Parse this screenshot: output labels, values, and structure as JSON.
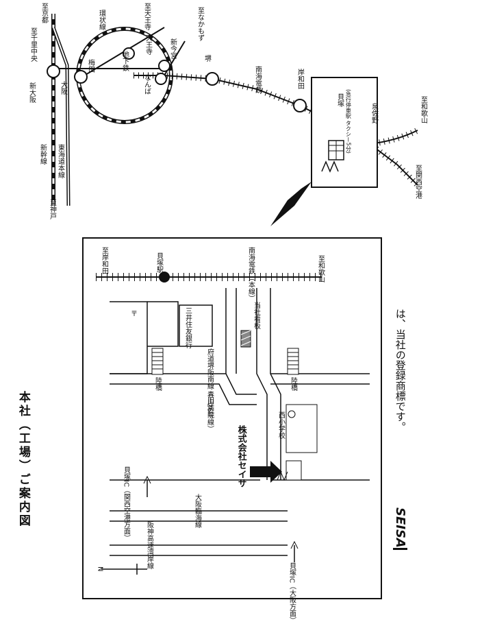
{
  "title": "本社（工場）ご案内図",
  "trademark": {
    "logo": "SEISA",
    "text": "は、当社の登録商標です。"
  },
  "route_map": {
    "stations": {
      "shin_osaka": "新大阪",
      "osaka": "大阪",
      "umeda": "梅田",
      "tennoji": "天王寺",
      "namba": "なんば",
      "shin_imamiya": "新今宮",
      "sakai": "堺",
      "kishiwada": "岸和田",
      "kaizuka": "貝塚",
      "izumisano": "泉佐野"
    },
    "lines": {
      "loop": "環状線",
      "midosuji": "地下鉄",
      "nankai": "南海電鉄",
      "shinkansen": "新幹線",
      "tokaido": "東海道本線"
    },
    "directions": {
      "kyoto": "至京都",
      "senri": "至千里中央",
      "kobe": "至神戸",
      "nara": "至なかもず",
      "tennoji_dir": "至天王寺",
      "wakayama": "至和歌山",
      "kix": "至関西空港"
    },
    "kaizuka_note": "(急行停車駅 タクシー5分)"
  },
  "detail_map": {
    "north": "N",
    "kaizuka_station": "貝塚駅",
    "to_kishiwada": "至岸和田",
    "to_wakayama": "至和歌山",
    "nankai_line": "南海電鉄（本線）",
    "mitsui_bank": "三井住友銀行",
    "signboard": "当社看板",
    "prefectural_road": "府道堺阪南線（旧26号線）",
    "pedestrian_bridge": "陸橋",
    "hospital": "青山病院",
    "school": "西小学校",
    "company": "株式会社セイサ",
    "osaka_coast": "大阪臨海線",
    "hanshin_expressway": "阪神高速湾岸線",
    "kaizuka_ic_kix": "貝塚IC（関西空港方面）",
    "kaizuka_ic_osaka": "貝塚IC（大阪方面）",
    "post_office": "〒"
  }
}
